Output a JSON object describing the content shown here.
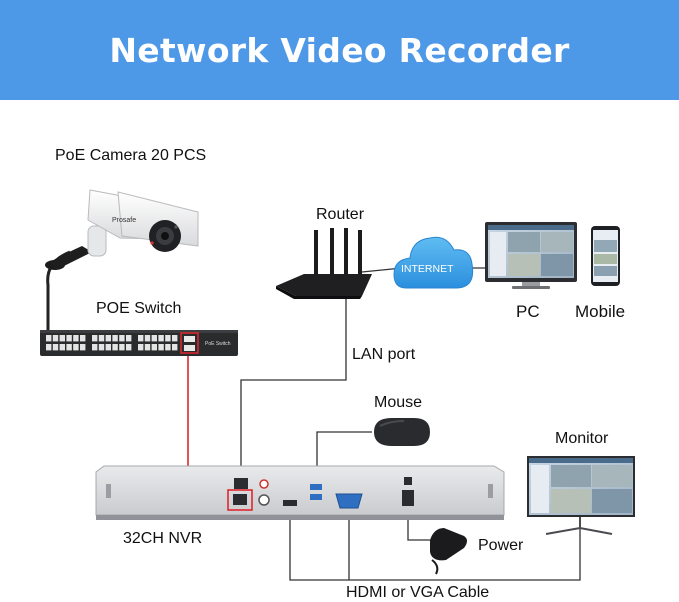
{
  "header": {
    "title": "Network Video Recorder"
  },
  "labels": {
    "poe_camera": "PoE Camera  20 PCS",
    "poe_switch": "POE Switch",
    "router": "Router",
    "internet": "INTERNET",
    "pc": "PC",
    "mobile": "Mobile",
    "lan_port": "LAN port",
    "mouse": "Mouse",
    "monitor": "Monitor",
    "nvr": "32CH NVR",
    "power": "Power",
    "hdmi_vga": "HDMI or VGA Cable",
    "camera_brand": "Prosafe",
    "switch_brand": "PoE Switch"
  },
  "colors": {
    "banner": "#4e98e8",
    "poe_cable": "#e0272f",
    "cable": "#333333",
    "cloud": "#3aa3e8"
  },
  "icons": [
    "camera-icon",
    "switch-icon",
    "router-icon",
    "cloud-icon",
    "pc-icon",
    "mobile-icon",
    "mouse-icon",
    "nvr-icon",
    "monitor-icon",
    "power-adapter-icon"
  ]
}
